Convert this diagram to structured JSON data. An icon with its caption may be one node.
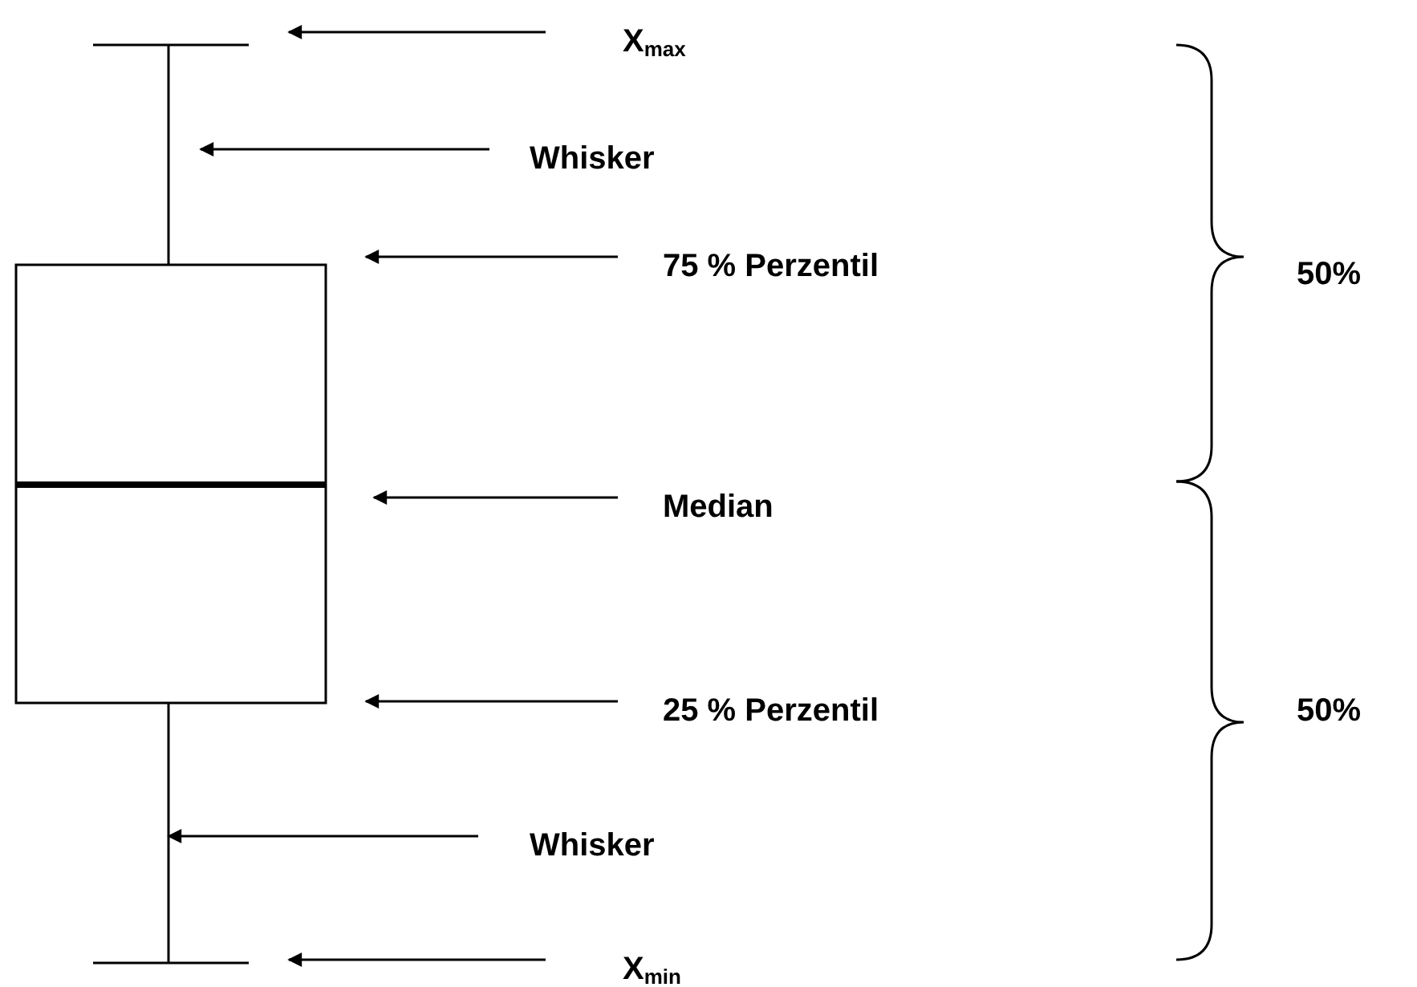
{
  "diagram": {
    "nodes": [
      {
        "text": [
          "X$_{max}$"
        ]
      },
      {
        "text": [
          "Whisker"
        ]
      },
      {
        "text": [
          "75 % Perzentil"
        ]
      },
      {
        "text": [
          "Median"
        ]
      },
      {
        "text": [
          "25 % Perzentil"
        ]
      },
      {
        "text": [
          "Whisker"
        ]
      },
      {
        "text": [
          "X$_{min}$"
        ]
      }
    ],
    "edges": [
      {
        "from": 0,
        "to": null,
        "arrow": "to"
      },
      {
        "from": 1,
        "to": null,
        "arrow": "to"
      },
      {
        "from": 2,
        "to": null,
        "arrow": "to"
      },
      {
        "from": 3,
        "to": null,
        "arrow": "to"
      },
      {
        "from": 4,
        "to": null,
        "arrow": "to"
      },
      {
        "from": 5,
        "to": null,
        "arrow": "to"
      },
      {
        "from": 6,
        "to": null,
        "arrow": "to"
      }
    ],
    "labels": [
      "50%",
      "50%"
    ]
  }
}
